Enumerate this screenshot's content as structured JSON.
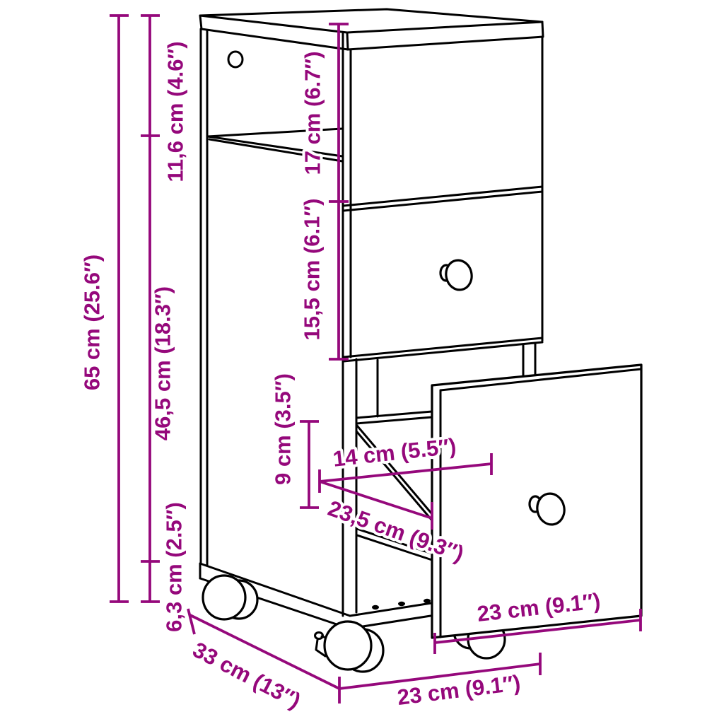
{
  "page": {
    "background": "#ffffff",
    "kind": "product dimension diagram",
    "product": "slim rolling storage cabinet with two drawers, open top shelf and casters"
  },
  "diagram": {
    "ink_color": "#000000",
    "dimension_color": "#95087b",
    "labels": {
      "total_height": "65 cm (25.6″)",
      "upper_section_height": "11,6 cm (4.6″)",
      "body_section_height": "46,5 cm (18.3″)",
      "caster_section_height": "6,3 cm (2.5″)",
      "top_compartment_height": "17 cm (6.7″)",
      "middle_drawer_height": "15,5 cm (6.1″)",
      "lower_clearance_height": "9 cm (3.5″)",
      "pullout_inner_depth": "14 cm (5.5″)",
      "pullout_total_depth": "23,5 cm (9.3″)",
      "drawer_front_width": "23 cm (9.1″)",
      "cabinet_width": "23 cm (9.1″)",
      "cabinet_depth": "33 cm (13″)"
    }
  }
}
